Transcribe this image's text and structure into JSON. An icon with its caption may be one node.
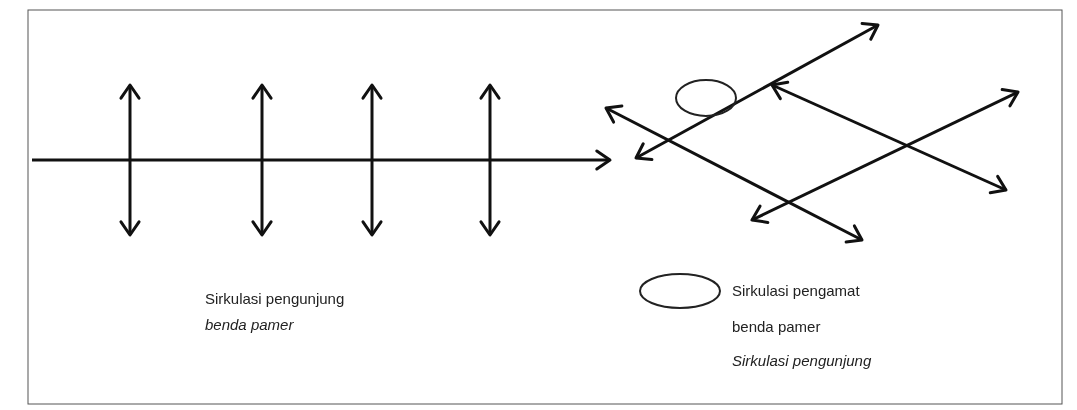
{
  "diagram": {
    "labels": [
      "Sirkulasi pengunjung",
      "benda pamer",
      "benda pamer",
      "Sirkulasi pengunjung"
    ],
    "legend": [
      {
        "text": "Sirkulasi pengamat"
      }
    ]
  }
}
